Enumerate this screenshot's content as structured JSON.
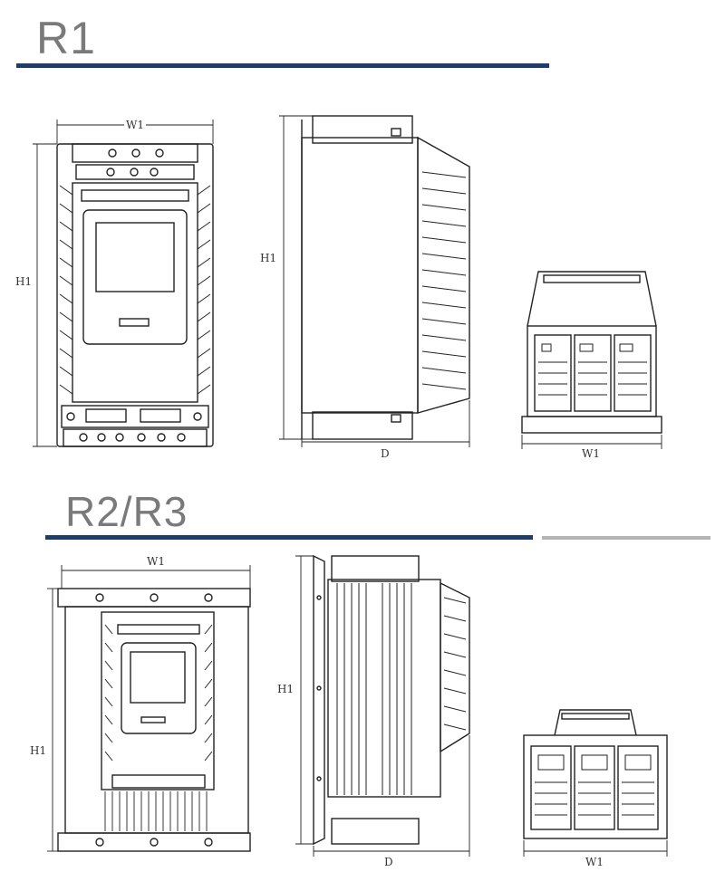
{
  "sections": [
    {
      "title": "R1",
      "labels": {
        "front_width": "W1",
        "front_height": "H1",
        "side_height": "H1",
        "side_depth": "D",
        "bottom_width": "W1"
      }
    },
    {
      "title": "R2/R3",
      "labels": {
        "front_width": "W1",
        "front_height": "H1",
        "side_height": "H1",
        "side_depth": "D",
        "bottom_width": "W1"
      }
    }
  ],
  "colors": {
    "title": "#7a7a7a",
    "rule_dark": "#1f3d6b",
    "rule_light": "#b4b4b4",
    "line": "#222222"
  }
}
